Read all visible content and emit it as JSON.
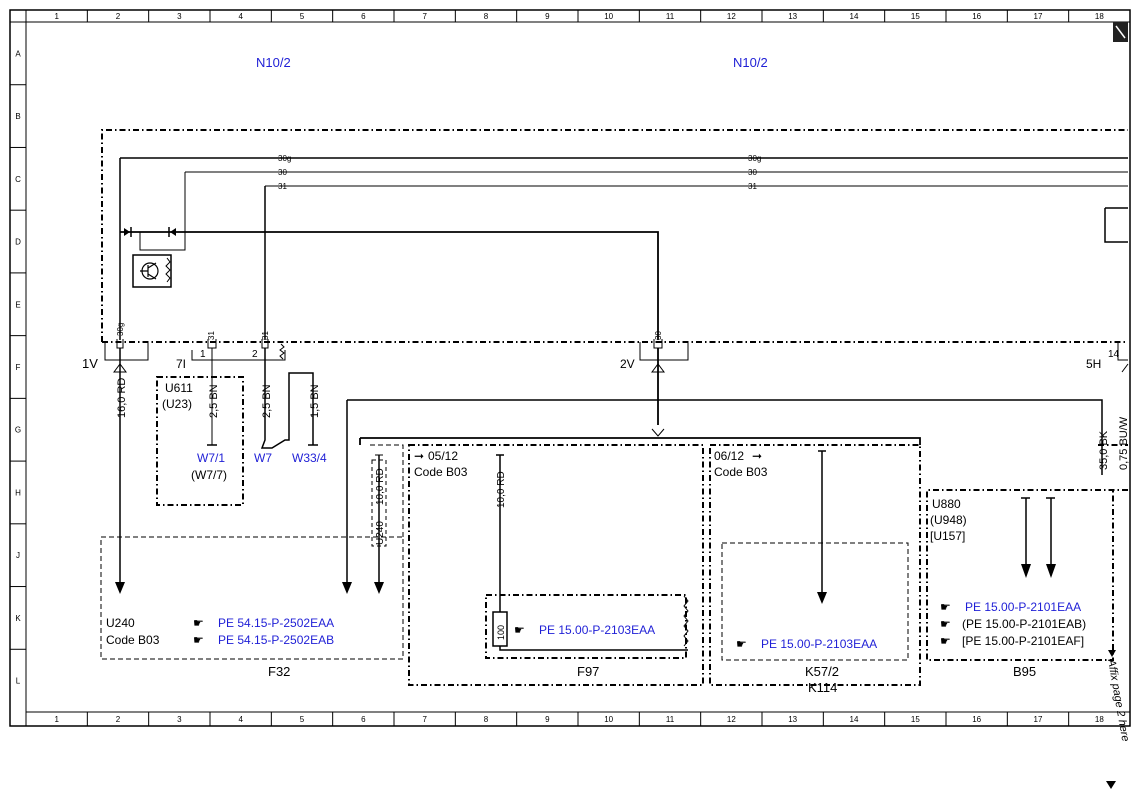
{
  "ruler": {
    "columns": [
      "1",
      "2",
      "3",
      "4",
      "5",
      "6",
      "7",
      "8",
      "9",
      "10",
      "11",
      "12",
      "13",
      "14",
      "15",
      "16",
      "17",
      "18"
    ],
    "rows": [
      "A",
      "B",
      "C",
      "D",
      "E",
      "F",
      "G",
      "H",
      "J",
      "K",
      "L"
    ]
  },
  "header": {
    "n10_left": "N10/2",
    "n10_right": "N10/2"
  },
  "wires": {
    "w30g": "30g",
    "w30": "30",
    "w31": "31",
    "pin_30g": "30g",
    "pin_31": "31",
    "pin_31b": "31",
    "pin_30": "30"
  },
  "connectors": {
    "c1v": "1V",
    "c7i": "7I",
    "c1": "1",
    "c2": "2",
    "c2v": "2V",
    "c5h": "5H",
    "c14": "14"
  },
  "wire_labels": {
    "rd16": "16,0 RD",
    "bn25a": "2,5 BN",
    "bn25b": "2,5 BN",
    "bn15": "1,5 BN",
    "rd10a": "10,0 RD",
    "u240v": "U240",
    "rd10b": "10,0 RD",
    "bk35": "35,0 BK",
    "bu075": "0,75 BU/W"
  },
  "u611": {
    "name": "U611",
    "alt": "(U23)"
  },
  "grounds": {
    "w71": "W7/1",
    "w77": "(W7/7)",
    "w7": "W7",
    "w334": "W33/4"
  },
  "f32": {
    "u240": "U240",
    "code": "Code B03",
    "ref1": "PE 54.15-P-2502EAA",
    "ref2": "PE 54.15-P-2502EAB",
    "label": "F32"
  },
  "f97": {
    "date": "05/12",
    "code": "Code B03",
    "fuse": "100",
    "ref": "PE 15.00-P-2103EAA",
    "label": "F97"
  },
  "k57": {
    "date": "06/12",
    "code": "Code B03",
    "ref": "PE 15.00-P-2103EAA",
    "label": "K57/2",
    "label2": "K114"
  },
  "b95": {
    "u880": "U880",
    "u948": "(U948)",
    "u157": "[U157]",
    "ref1": "PE 15.00-P-2101EAA",
    "ref2": "(PE 15.00-P-2101EAB)",
    "ref3": "[PE 15.00-P-2101EAF]",
    "label": "B95"
  },
  "affix": "Affix page 2 here",
  "colors": {
    "link": "#1f1fd6",
    "line": "#000000"
  }
}
